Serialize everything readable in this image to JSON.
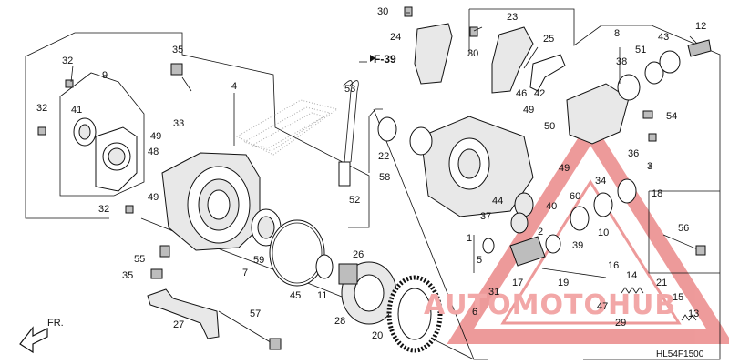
{
  "diagram": {
    "ref_label": "F-39",
    "direction_label": "FR.",
    "diagram_code": "HL54F1500",
    "watermark": "AUTOMOTOHUB",
    "callouts": {
      "n1": "1",
      "n2": "2",
      "n3": "3",
      "n4": "4",
      "n5": "5",
      "n6": "6",
      "n7": "7",
      "n8": "8",
      "n9": "9",
      "n10": "10",
      "n11": "11",
      "n12": "12",
      "n13": "13",
      "n14": "14",
      "n15": "15",
      "n16": "16",
      "n17": "17",
      "n18": "18",
      "n19": "19",
      "n20": "20",
      "n21": "21",
      "n22": "22",
      "n23": "23",
      "n24": "24",
      "n25": "25",
      "n26": "26",
      "n27": "27",
      "n28": "28",
      "n29": "29",
      "n30a": "30",
      "n30b": "30",
      "n31": "31",
      "n32a": "32",
      "n32b": "32",
      "n32c": "32",
      "n33": "33",
      "n34": "34",
      "n35a": "35",
      "n35b": "35",
      "n36": "36",
      "n37": "37",
      "n38": "38",
      "n39": "39",
      "n40": "40",
      "n41": "41",
      "n42": "42",
      "n43": "43",
      "n44": "44",
      "n45": "45",
      "n46": "46",
      "n47": "47",
      "n48": "48",
      "n49a": "49",
      "n49b": "49",
      "n49c": "49",
      "n50": "50",
      "n51": "51",
      "n52": "52",
      "n53": "53",
      "n54": "54",
      "n55": "55",
      "n56": "56",
      "n57": "57",
      "n58": "58",
      "n59": "59",
      "n60": "60"
    }
  },
  "colors": {
    "watermark": "#e04848",
    "ink": "#111111"
  }
}
